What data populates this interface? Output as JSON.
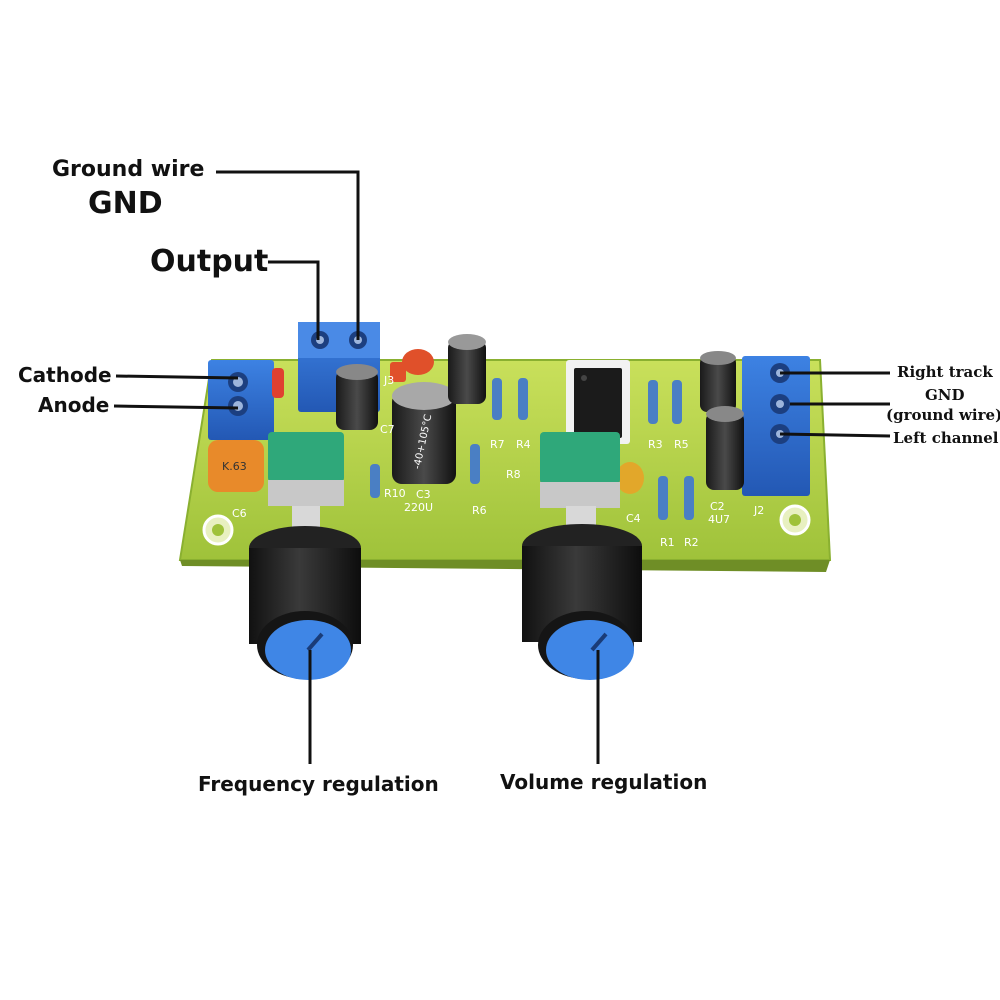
{
  "labels": {
    "ground_wire": "Ground wire",
    "gnd_top": "GND",
    "output": "Output",
    "cathode": "Cathode",
    "anode": "Anode",
    "right_track": "Right track",
    "gnd_right": "GND",
    "ground_wire_paren": "(ground wire)",
    "left_channel": "Left channel",
    "frequency_regulation": "Frequency regulation",
    "volume_regulation": "Volume regulation"
  },
  "silkscreen": {
    "c6": "C6",
    "c7": "C7",
    "c3": "C3",
    "c3_value": "220U",
    "r10": "R10",
    "r7": "R7",
    "r4": "R4",
    "r8": "R8",
    "r6": "R6",
    "r3": "R3",
    "r5": "R5",
    "r1": "R1",
    "r2": "R2",
    "c4": "C4",
    "c2": "C2",
    "c2_value": "4U7",
    "j2": "J2",
    "j3": "J3",
    "cap_mark": "K.63",
    "cap_text": "-40+105°C"
  },
  "colors": {
    "pcb": "#b8d64a",
    "terminal_blue": "#2f6fd1",
    "knob_cap": "#3f86e6",
    "pot_green": "#2fa87a"
  }
}
